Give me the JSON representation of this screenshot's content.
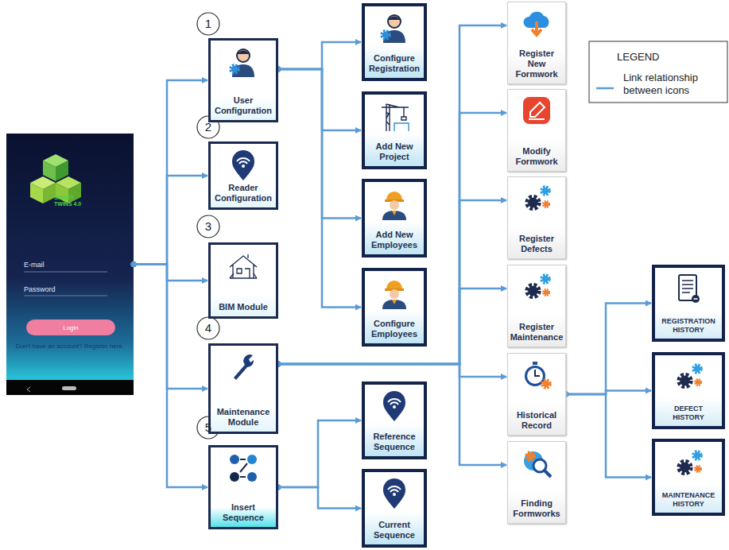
{
  "diagram": {
    "nodes": [
      {
        "text": [
          "SMART TWINS 4.0",
          "E-mail",
          "Password",
          "Don't have an account? Register here."
        ]
      },
      {
        "text": [
          "Login"
        ],
        "in": 0
      },
      {
        "text": [
          "User Configuration"
        ]
      },
      {
        "text": [
          "Reader Configuration"
        ]
      },
      {
        "text": [
          "BIM Module"
        ]
      },
      {
        "text": [
          "Maintenance Module"
        ]
      },
      {
        "text": [
          "Insert Sequence"
        ]
      },
      {
        "text": [
          "Configure Registration"
        ]
      },
      {
        "text": [
          "Add New Project"
        ]
      },
      {
        "text": [
          "Add New Employees"
        ]
      },
      {
        "text": [
          "Configure Employees"
        ]
      },
      {
        "text": [
          "Reference Sequence"
        ]
      },
      {
        "text": [
          "Current Sequence"
        ]
      },
      {
        "text": [
          "Register New Formwork"
        ]
      },
      {
        "text": [
          "Modify Formwork"
        ]
      },
      {
        "text": [
          "Register Defects"
        ]
      },
      {
        "text": [
          "Register Maintenance"
        ]
      },
      {
        "text": [
          "Historical Record"
        ]
      },
      {
        "text": [
          "Finding Formworks"
        ]
      },
      {
        "text": [
          "REGISTRATION HISTORY"
        ]
      },
      {
        "text": [
          "DEFECT HISTORY"
        ]
      },
      {
        "text": [
          "MAINTENANCE HISTORY"
        ]
      }
    ],
    "edges": [
      {
        "from": 0,
        "to": 2,
        "arrow": "to"
      },
      {
        "from": 0,
        "to": 3,
        "arrow": "to"
      },
      {
        "from": 0,
        "to": 4,
        "arrow": "to"
      },
      {
        "from": 0,
        "to": 5,
        "arrow": "to"
      },
      {
        "from": 0,
        "to": 6,
        "arrow": "to"
      },
      {
        "from": 2,
        "to": 7,
        "arrow": "to"
      },
      {
        "from": 2,
        "to": 8,
        "arrow": "to"
      },
      {
        "from": 2,
        "to": 9,
        "arrow": "to"
      },
      {
        "from": 2,
        "to": 10,
        "arrow": "to"
      },
      {
        "from": 6,
        "to": 11,
        "arrow": "to"
      },
      {
        "from": 6,
        "to": 12,
        "arrow": "to"
      },
      {
        "from": 5,
        "to": 13,
        "arrow": "to"
      },
      {
        "from": 5,
        "to": 14,
        "arrow": "to"
      },
      {
        "from": 5,
        "to": 15,
        "arrow": "to"
      },
      {
        "from": 5,
        "to": 16,
        "arrow": "to"
      },
      {
        "from": 5,
        "to": 17,
        "arrow": "to"
      },
      {
        "from": 5,
        "to": 18,
        "arrow": "to"
      },
      {
        "from": 17,
        "to": 19,
        "arrow": "to"
      },
      {
        "from": 17,
        "to": 20,
        "arrow": "to"
      },
      {
        "from": 17,
        "to": 21,
        "arrow": "to"
      }
    ],
    "labels": [
      "1",
      "2",
      "3",
      "4",
      "5",
      "LEGEND"
    ],
    "legend": [
      {
        "text": "Link relationship between icons"
      }
    ]
  }
}
